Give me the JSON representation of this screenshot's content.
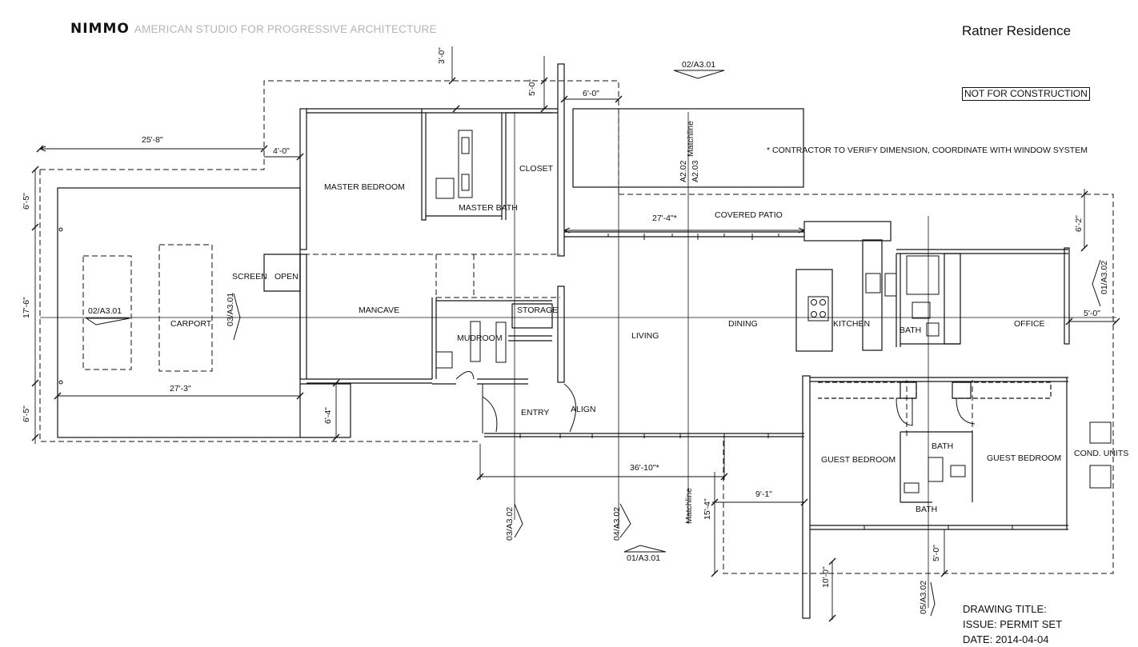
{
  "firm": {
    "name": "NIMMO",
    "tagline": "AMERICAN STUDIO FOR PROGRESSIVE ARCHITECTURE"
  },
  "project": {
    "title": "Ratner Residence",
    "stamp": "NOT FOR CONSTRUCTION"
  },
  "note": "* CONTRACTOR TO VERIFY DIMENSION, COORDINATE WITH WINDOW SYSTEM",
  "title_block": {
    "drawing_title": "DRAWING TITLE:",
    "issue": "ISSUE: PERMIT SET",
    "date": "DATE: 2014-04-04"
  },
  "rooms": {
    "master_bedroom": "MASTER BEDROOM",
    "master_bath": "MASTER BATH",
    "closet": "CLOSET",
    "screen": "SCREEN",
    "open": "OPEN",
    "carport": "CARPORT",
    "mancave": "MANCAVE",
    "storage": "STORAGE",
    "mudroom": "MUDROOM",
    "entry": "ENTRY",
    "align": "ALIGN",
    "living": "LIVING",
    "dining": "DINING",
    "kitchen": "KITCHEN",
    "bath_kitchen": "BATH",
    "office": "OFFICE",
    "covered_patio": "COVERED PATIO",
    "guest_bedroom_left": "GUEST BEDROOM",
    "guest_bedroom_right": "GUEST BEDROOM",
    "bath_guest_top": "BATH",
    "bath_guest_bottom": "BATH",
    "cond_units": "COND. UNITS"
  },
  "dimensions": {
    "d_3_0": "3'-0\"",
    "d_5_0_top": "5'-0\"",
    "d_6_0": "6'-0\"",
    "d_25_8": "25'-8\"",
    "d_4_0": "4'-0\"",
    "d_6_5_top": "6'-5\"",
    "d_17_6": "17'-6\"",
    "d_6_5_bottom": "6'-5\"",
    "d_27_3": "27'-3\"",
    "d_6_4": "6'-4\"",
    "d_27_4": "27'-4\"*",
    "d_6_2": "6'-2\"",
    "d_5_0_right": "5'-0\"",
    "d_36_10": "36'-10\"*",
    "d_9_1": "9'-1\"",
    "d_15_4": "15'-4\"",
    "d_5_0_bottom": "5'-0\"",
    "d_10_0": "10'-0\""
  },
  "references": {
    "ref_02_a301_top": "02/A3.01",
    "ref_02_a301_carport": "02/A3.01",
    "ref_03_a301": "03/A3.01",
    "ref_01_a302": "01/A3.02",
    "ref_03_a302": "03/A3.02",
    "ref_04_a302": "04/A3.02",
    "ref_01_a301": "01/A3.01",
    "ref_05_a302": "05/A3.02",
    "a202": "A2.02",
    "a203": "A2.03",
    "matchline_top": "Matchline",
    "matchline_bottom": "Matchline"
  },
  "colors": {
    "ink": "#111111",
    "tagline": "#b5b5b5"
  }
}
